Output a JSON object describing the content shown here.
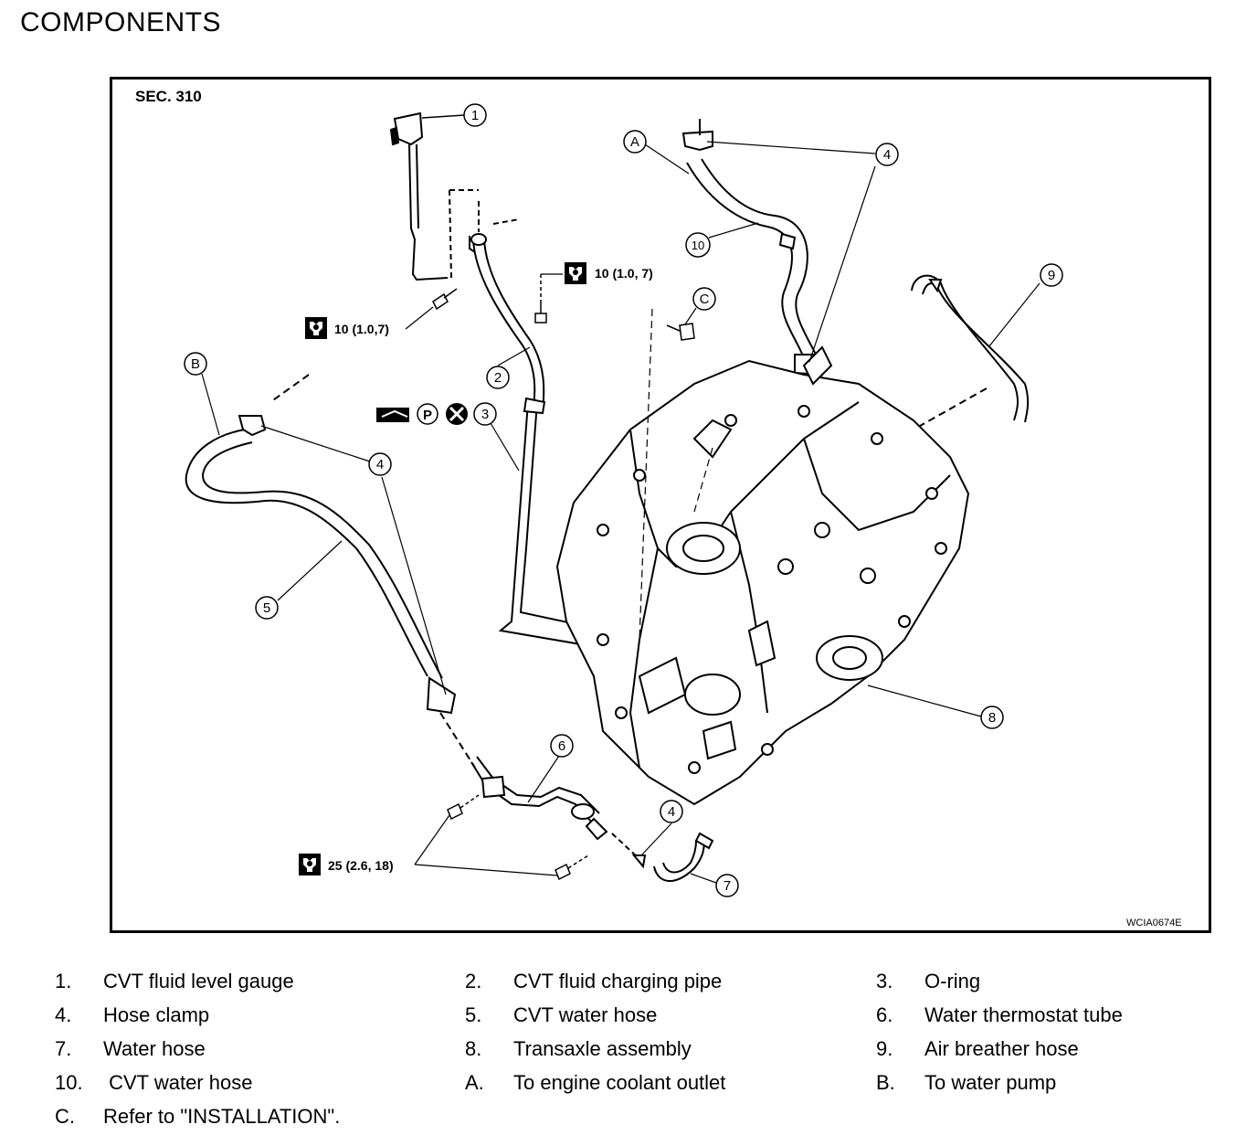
{
  "page": {
    "title": "COMPONENTS"
  },
  "figure": {
    "section": "SEC. 310",
    "figure_id": "WCIA0674E",
    "callouts": [
      "1",
      "2",
      "3",
      "4",
      "4",
      "4",
      "5",
      "6",
      "7",
      "8",
      "9",
      "10",
      "A",
      "B",
      "C"
    ],
    "torque_specs": [
      "10 (1.0, 7)",
      "10 (1.0,7)",
      "25 (2.6, 18)"
    ],
    "symbols": {
      "p": "P"
    }
  },
  "legend": {
    "items": [
      {
        "num": "1.",
        "text": "CVT fluid level gauge"
      },
      {
        "num": "2.",
        "text": "CVT fluid charging pipe"
      },
      {
        "num": "3.",
        "text": "O-ring"
      },
      {
        "num": "4.",
        "text": "Hose clamp"
      },
      {
        "num": "5.",
        "text": "CVT water hose"
      },
      {
        "num": "6.",
        "text": "Water thermostat tube"
      },
      {
        "num": "7.",
        "text": "Water hose"
      },
      {
        "num": "8.",
        "text": "Transaxle assembly"
      },
      {
        "num": "9.",
        "text": "Air breather hose"
      },
      {
        "num": "10.",
        "text": " CVT water hose"
      },
      {
        "num": "A.",
        "text": "To engine coolant outlet"
      },
      {
        "num": "B.",
        "text": "To water pump"
      },
      {
        "num": "C.",
        "text": "Refer to \"INSTALLATION\"."
      }
    ]
  }
}
